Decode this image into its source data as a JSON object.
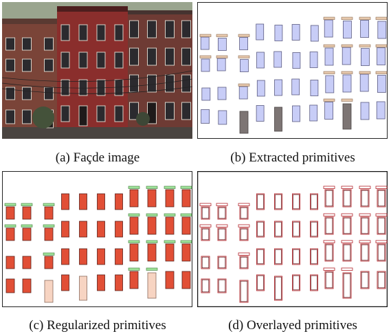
{
  "figure": {
    "panels": [
      {
        "id": "a",
        "caption": "(a) Façde image",
        "kind": "photo"
      },
      {
        "id": "b",
        "caption": "(b) Extracted primitives",
        "kind": "extracted"
      },
      {
        "id": "c",
        "caption": "(c) Regularized primitives",
        "kind": "regularized"
      },
      {
        "id": "d",
        "caption": "(d) Overlayed primitives",
        "kind": "overlayed"
      }
    ],
    "colors": {
      "window_blue_fill": "#c8cdf7",
      "window_blue_stroke": "#5a5a80",
      "sill_tan": "#e7c9ad",
      "door_gray": "#7d7574",
      "window_red_fill": "#e14f36",
      "sill_green": "#9fe29a",
      "door_peach": "#f7d4c2",
      "overlay_red": "#b3242a",
      "brick_left": "#7a4438",
      "brick_mid": "#8a2e2c",
      "brick_right": "#6e3b34"
    }
  }
}
